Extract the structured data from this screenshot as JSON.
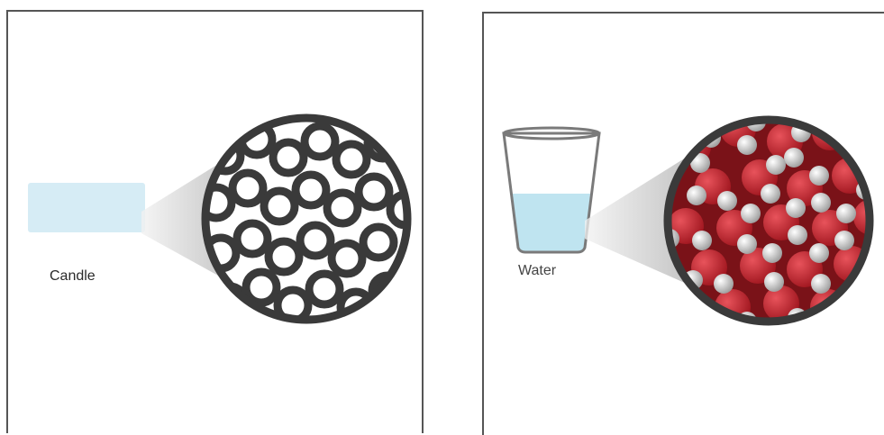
{
  "left_panel": {
    "label": "Candle",
    "material": "candle-wax",
    "inset": "chain-molecule-zoom"
  },
  "right_panel": {
    "label": "Water",
    "material": "water-in-glass",
    "inset": "water-molecule-zoom"
  },
  "colors": {
    "frame": "#555555",
    "zoom_ring": "#3a3a3a",
    "wax": "#d6ecf5",
    "water": "#bfe4f0",
    "oxygen": "#c0212b",
    "hydrogen": "#e8e8e8",
    "chain_atom": "#3a3a3a"
  }
}
